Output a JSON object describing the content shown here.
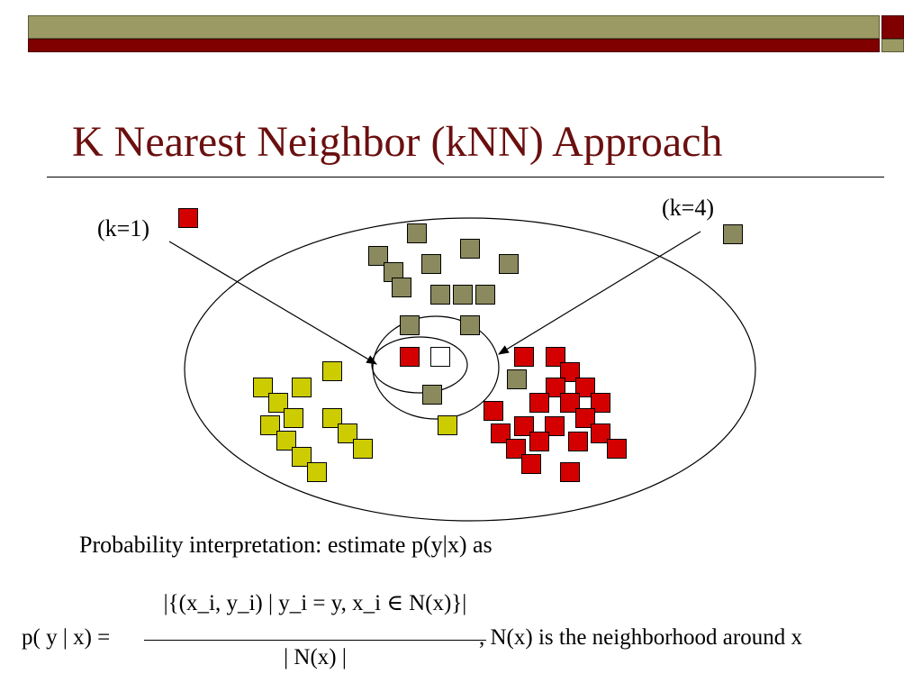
{
  "slide": {
    "title": "K Nearest Neighbor (kNN) Approach",
    "label_k1": "(k=1)",
    "label_k4": "(k=4)",
    "prob_text": "Probability interpretation: estimate p(y|x) as",
    "formula": {
      "lhs": "p( y | x) =",
      "numerator": "|{(x_i, y_i) | y_i = y, x_i ∈ N(x)}|",
      "denominator": "| N(x) |",
      "rhs": ", N(x) is the neighborhood around x"
    }
  },
  "colors": {
    "olive": "#9c9a64",
    "maroon": "#800000",
    "red_class": "#d40000",
    "yellow_class": "#cccc00",
    "gray_class": "#8a8a5e",
    "title": "#6b0f0f"
  }
}
